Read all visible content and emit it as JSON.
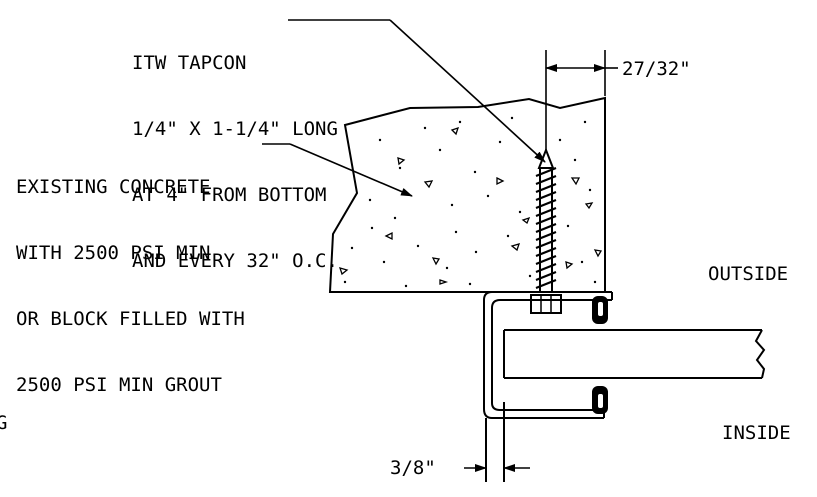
{
  "callouts": {
    "tapcon": {
      "lines": [
        "ITW TAPCON",
        "1/4\" X 1-1/4\" LONG",
        "AT 4\" FROM BOTTOM",
        "AND EVERY 32\" O.C."
      ]
    },
    "concrete": {
      "lines": [
        "EXISTING CONCRETE",
        "WITH 2500 PSI MIN",
        "OR BLOCK FILLED WITH",
        "2500 PSI MIN GROUT"
      ]
    }
  },
  "dimensions": {
    "top": "27/32\"",
    "bottom": "3/8\""
  },
  "sides": {
    "outside": "OUTSIDE",
    "inside": "INSIDE"
  },
  "edge_fragment": "G",
  "colors": {
    "ink": "#000000",
    "gasket": "#000000",
    "background": "#ffffff"
  }
}
